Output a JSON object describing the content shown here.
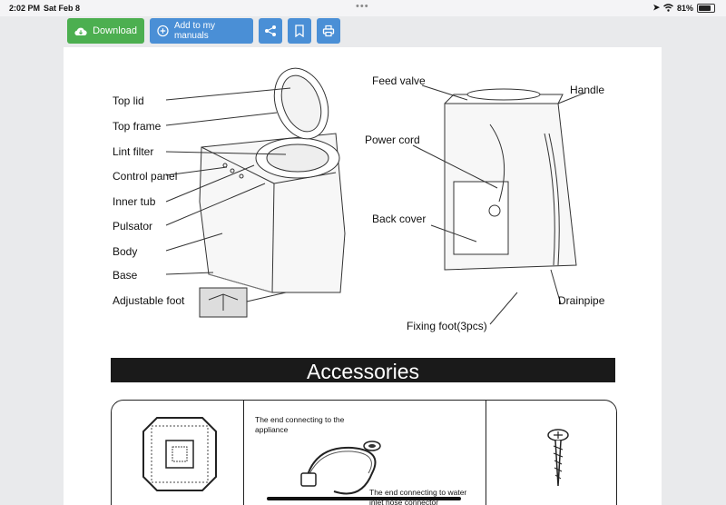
{
  "status": {
    "time": "2:02 PM",
    "date": "Sat Feb 8",
    "battery": "81%",
    "battery_level": 0.81
  },
  "toolbar": {
    "download": "Download",
    "add_manuals": "Add to my manuals"
  },
  "colors": {
    "green": "#4caf50",
    "blue": "#4a8fd6",
    "arrow": "#1b8ad3"
  },
  "figure1": {
    "left_labels": [
      "Top lid",
      "Top frame",
      "Lint filter",
      "Control panel",
      "Inner tub",
      "Pulsator",
      "Body",
      "Base",
      "Adjustable foot"
    ],
    "right_labels": {
      "feed_valve": "Feed valve",
      "handle": "Handle",
      "power_cord": "Power cord",
      "back_cover": "Back cover",
      "drainpipe": "Drainpipe",
      "fixing_foot": "Fixing foot(3pcs)"
    }
  },
  "accessories": {
    "title": "Accessories",
    "hose_note_top": "The end connecting to the appliance",
    "hose_note_bottom": "The end connecting to water inlet hose connector"
  },
  "icons": [
    "cloud-download-icon",
    "plus-circle-icon",
    "share-icon",
    "bookmark-icon",
    "print-icon",
    "location-icon",
    "wifi-icon",
    "battery-icon",
    "chevron-left-icon",
    "chevron-right-icon"
  ]
}
